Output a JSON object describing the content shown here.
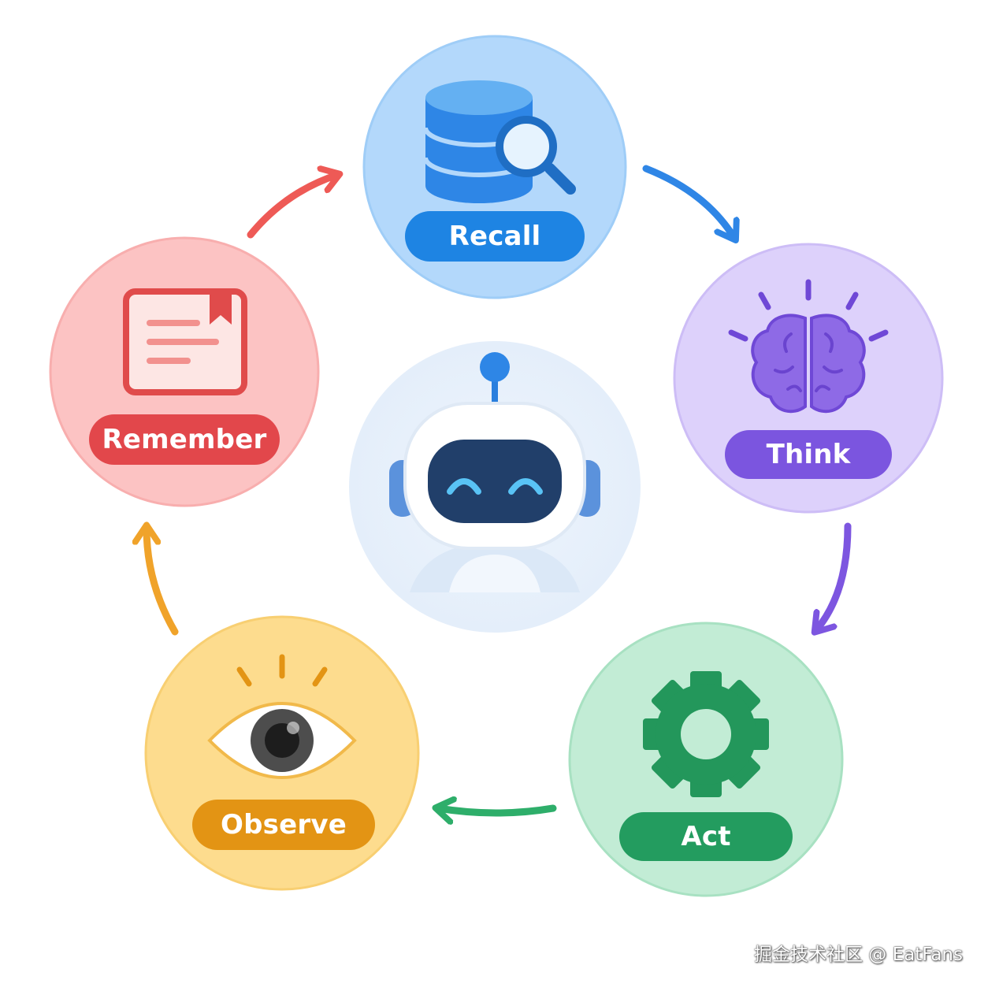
{
  "stages": {
    "recall": {
      "label": "Recall",
      "color": "#1e84e3"
    },
    "think": {
      "label": "Think",
      "color": "#7b55df"
    },
    "act": {
      "label": "Act",
      "color": "#239c5f"
    },
    "observe": {
      "label": "Observe",
      "color": "#e39414"
    },
    "remember": {
      "label": "Remember",
      "color": "#e2474b"
    }
  },
  "center": {
    "icon": "robot-icon"
  },
  "icons": {
    "recall": "database-search-icon",
    "think": "brain-icon",
    "act": "gear-icon",
    "observe": "eye-icon",
    "remember": "bookmarked-note-icon"
  },
  "watermark": "掘金技术社区 @ EatFans"
}
